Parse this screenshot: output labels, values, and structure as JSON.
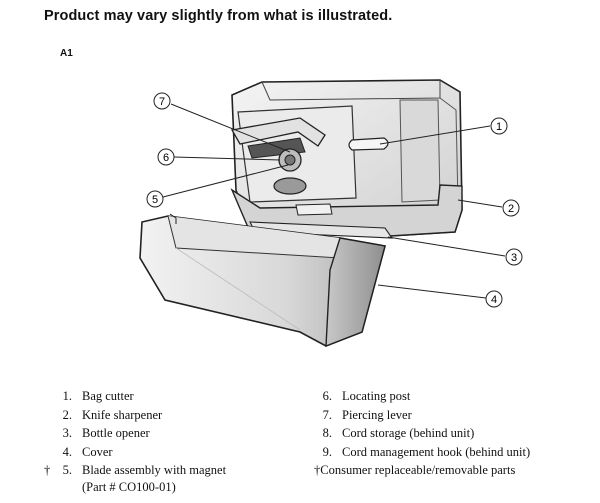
{
  "notice": "Product may vary slightly from what is illustrated.",
  "figure_label": "A1",
  "callouts": [
    "7",
    "6",
    "5",
    "1",
    "2",
    "3",
    "4"
  ],
  "legend_left": [
    {
      "mark": "",
      "num": "1.",
      "text": "Bag cutter"
    },
    {
      "mark": "",
      "num": "2.",
      "text": "Knife sharpener"
    },
    {
      "mark": "",
      "num": "3.",
      "text": "Bottle opener"
    },
    {
      "mark": "",
      "num": "4.",
      "text": "Cover"
    },
    {
      "mark": "†",
      "num": "5.",
      "text": "Blade assembly with magnet",
      "sub": "(Part # CO100-01)"
    }
  ],
  "legend_right": [
    {
      "num": "6.",
      "text": "Locating post"
    },
    {
      "num": "7.",
      "text": "Piercing lever"
    },
    {
      "num": "8.",
      "text": "Cord storage (behind unit)"
    },
    {
      "num": "9.",
      "text": "Cord management hook (behind unit)"
    }
  ],
  "footnote": "†Consumer replaceable/removable parts"
}
